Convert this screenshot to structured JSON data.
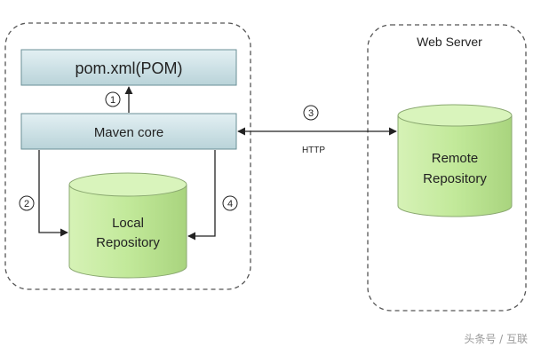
{
  "web_server_label": "Web Server",
  "pom_label": "pom.xml(POM)",
  "maven_core_label": "Maven core",
  "local_repo_line1": "Local",
  "local_repo_line2": "Repository",
  "remote_repo_line1": "Remote",
  "remote_repo_line2": "Repository",
  "http_label": "HTTP",
  "step_numbers": [
    "1",
    "2",
    "3",
    "4"
  ],
  "watermark": "头条号 / 互联",
  "colors": {
    "box_fill": "#cfe3e8",
    "box_stroke": "#6a8f96",
    "cylinder_fill": "#c6eaa0",
    "cylinder_stroke": "#8aa870",
    "dashed_border": "#555555"
  }
}
